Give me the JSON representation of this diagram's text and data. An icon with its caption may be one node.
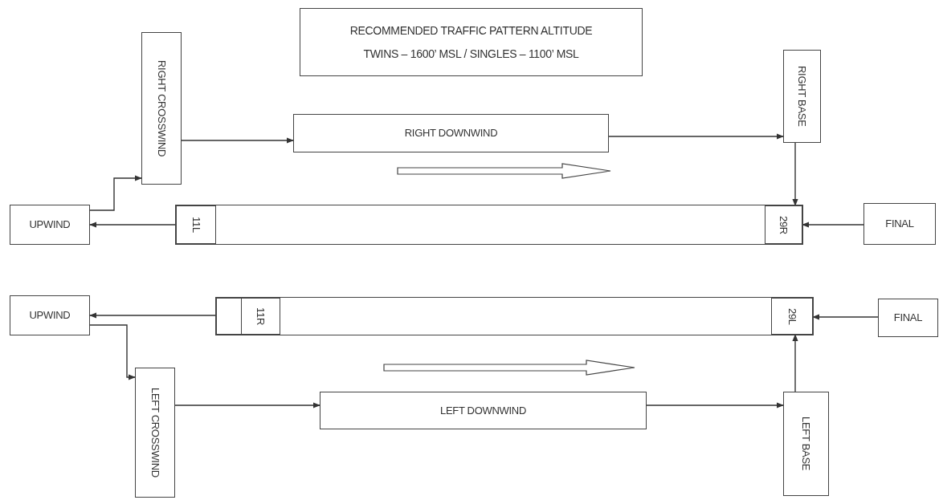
{
  "diagram": {
    "nodes": [
      {
        "text": [
          "RECOMMENDED TRAFFIC PATTERN ALTITUDE",
          "TWINS – 1600’ MSL / SINGLES – 1100’ MSL"
        ]
      },
      {
        "text": [
          "RIGHT CROSSWIND"
        ]
      },
      {
        "text": [
          "RIGHT DOWNWIND"
        ]
      },
      {
        "text": [
          "RIGHT BASE"
        ]
      },
      {
        "text": [
          "UPWIND"
        ]
      },
      {
        "text": [],
        "shape": "box"
      },
      {
        "text": [
          "11L"
        ],
        "in": 5
      },
      {
        "text": [
          "29R"
        ],
        "in": 5
      },
      {
        "text": [
          "FINAL"
        ]
      },
      {
        "text": [
          "UPWIND"
        ]
      },
      {
        "text": [],
        "shape": "box"
      },
      {
        "text": [],
        "shape": "box",
        "in": 10
      },
      {
        "text": [
          "11R"
        ],
        "in": 10
      },
      {
        "text": [
          "29L"
        ],
        "in": 10
      },
      {
        "text": [
          "FINAL"
        ]
      },
      {
        "text": [
          "LEFT CROSSWIND"
        ]
      },
      {
        "text": [
          "LEFT DOWNWIND"
        ]
      },
      {
        "text": [
          "LEFT BASE"
        ]
      }
    ],
    "edges": [
      {
        "from": 1,
        "to": 2,
        "arrow": "to"
      },
      {
        "from": 2,
        "to": 3,
        "arrow": "to"
      },
      {
        "from": 3,
        "to": 7,
        "arrow": "to"
      },
      {
        "from": 8,
        "to": 7,
        "arrow": "to"
      },
      {
        "from": 6,
        "to": 4,
        "arrow": "to"
      },
      {
        "from": 4,
        "to": 1,
        "arrow": "to"
      },
      {
        "from": 11,
        "to": 9,
        "arrow": "to"
      },
      {
        "from": 9,
        "to": 15,
        "arrow": "to"
      },
      {
        "from": 15,
        "to": 16,
        "arrow": "to"
      },
      {
        "from": 16,
        "to": 17,
        "arrow": "to"
      },
      {
        "from": 17,
        "to": 13,
        "arrow": "to"
      },
      {
        "from": 14,
        "to": 13,
        "arrow": "to"
      }
    ]
  }
}
